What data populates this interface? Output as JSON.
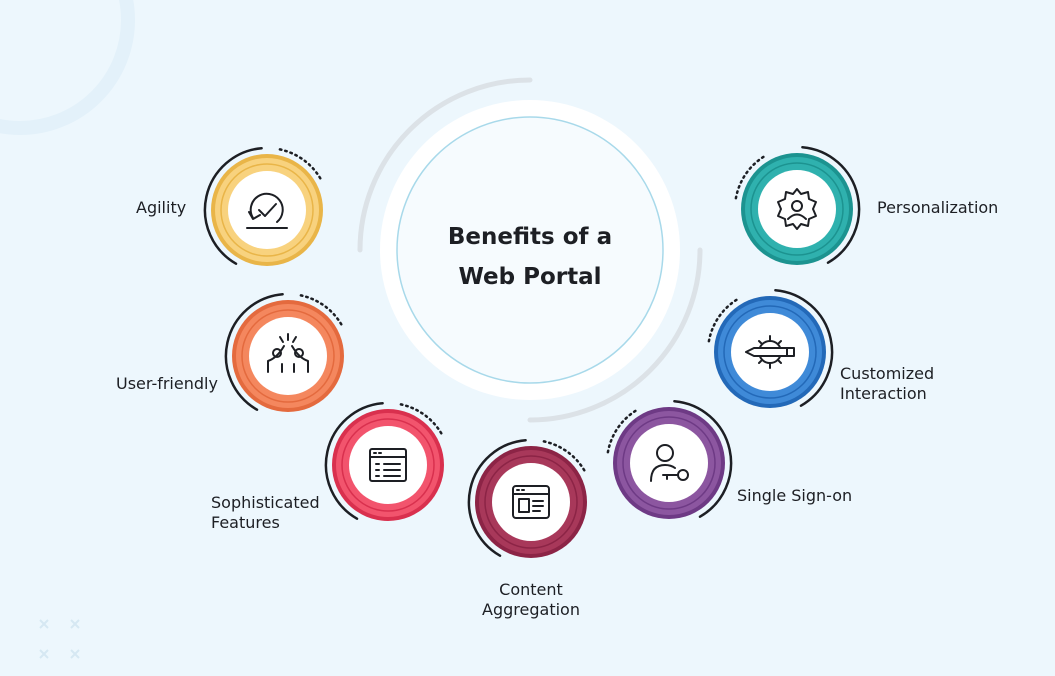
{
  "title": {
    "line1": "Benefits of a",
    "line2": "Web Portal"
  },
  "benefits": [
    {
      "label": "Agility",
      "icon": "agility-cycle-icon",
      "color": "#F8D27E",
      "dark": "#E9B548"
    },
    {
      "label": "User-friendly",
      "icon": "high-five-icon",
      "color": "#F4875E",
      "dark": "#E46A3E"
    },
    {
      "label_line1": "Sophisticated",
      "label_line2": "Features",
      "icon": "feature-list-icon",
      "color": "#F2546D",
      "dark": "#D9304E"
    },
    {
      "label_line1": "Content",
      "label_line2": "Aggregation",
      "icon": "content-browser-icon",
      "color": "#A8385A",
      "dark": "#8C2446"
    },
    {
      "label": "Single Sign-on",
      "icon": "user-key-icon",
      "color": "#8C56A0",
      "dark": "#6E3A85"
    },
    {
      "label_line1": "Customized",
      "label_line2": "Interaction",
      "icon": "gear-pencil-icon",
      "color": "#3F8AD8",
      "dark": "#2369B8"
    },
    {
      "label": "Personalization",
      "icon": "gear-user-icon",
      "color": "#2FB1AE",
      "dark": "#1C9390"
    }
  ]
}
